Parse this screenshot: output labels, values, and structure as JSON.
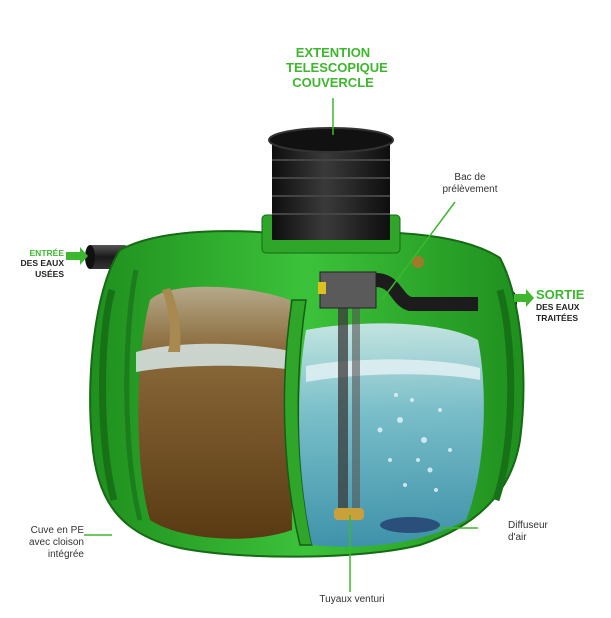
{
  "labels": {
    "extension_line1": "EXTENTION",
    "extension_line2": "TELESCOPIQUE",
    "extension_line3": "COUVERCLE",
    "sampling_line1": "Bac de",
    "sampling_line2": "prélèvement",
    "inlet_line1": "ENTRÉE",
    "inlet_line2": "DES EAUX",
    "inlet_line3": "USÉES",
    "outlet_line1": "SORTIE",
    "outlet_line2": "DES EAUX",
    "outlet_line3": "TRAITÉES",
    "tank_line1": "Cuve en PE",
    "tank_line2": "avec cloison",
    "tank_line3": "intégrée",
    "diffuser_line1": "Diffuseur",
    "diffuser_line2": "d'air",
    "venturi": "Tuyaux venturi"
  },
  "colors": {
    "tank_green": "#2fa62a",
    "tank_green_dark": "#1d7a1c",
    "label_green": "#3db82e",
    "sludge_brown": "#6b4a1c",
    "water_blue": "#8fc6dc",
    "pipe_black": "#1f1f1f"
  }
}
